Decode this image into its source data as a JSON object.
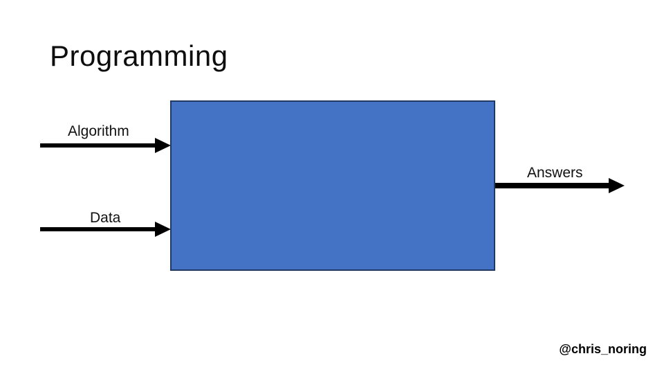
{
  "slide": {
    "title": "Programming",
    "footer": "@chris_noring"
  },
  "diagram": {
    "inputs": [
      {
        "label": "Algorithm"
      },
      {
        "label": "Data"
      }
    ],
    "output": {
      "label": "Answers"
    },
    "box": {
      "fill_color": "#4472C4",
      "border_color": "#1F3864"
    },
    "arrow_color": "#000000"
  }
}
